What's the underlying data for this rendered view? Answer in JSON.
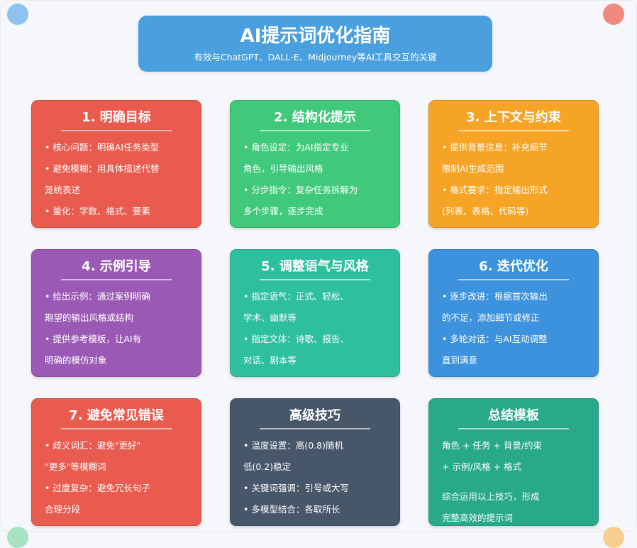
{
  "header": {
    "title": "AI提示词优化指南",
    "subtitle": "有效与ChatGPT、DALL-E、Midjourney等AI工具交互的关键"
  },
  "colors": {
    "red": "#e85b4e",
    "green": "#40c97b",
    "orange": "#f5a425",
    "purple": "#9b59b6",
    "teal": "#2ebf9f",
    "blue": "#3c92dc",
    "slate": "#475669",
    "darkteal": "#28a98a",
    "header": "#4a9fdf"
  },
  "cards": [
    {
      "title": "1. 明确目标",
      "lines": [
        "• 核心问题：明确AI任务类型",
        "• 避免模糊：用具体描述代替",
        "笼统表述",
        "• 量化：字数、格式、要素"
      ]
    },
    {
      "title": "2. 结构化提示",
      "lines": [
        "• 角色设定：为AI指定专业",
        "角色，引导输出风格",
        "• 分步指令：复杂任务拆解为",
        "多个步骤，逐步完成"
      ]
    },
    {
      "title": "3. 上下文与约束",
      "lines": [
        "• 提供背景信息：补充细节",
        "限制AI生成范围",
        "• 格式要求：指定输出形式",
        "(列表、表格、代码等)"
      ]
    },
    {
      "title": "4. 示例引导",
      "lines": [
        "• 给出示例：通过案例明确",
        "期望的输出风格或结构",
        "• 提供参考模板，让AI有",
        "明确的模仿对象"
      ]
    },
    {
      "title": "5. 调整语气与风格",
      "lines": [
        "• 指定语气：正式、轻松、",
        "学术、幽默等",
        "• 指定文体：诗歌、报告、",
        "对话、剧本等"
      ]
    },
    {
      "title": "6. 迭代优化",
      "lines": [
        "• 逐步改进：根据首次输出",
        "的不足，添加细节或修正",
        "• 多轮对话：与AI互动调整",
        "直到满意"
      ]
    },
    {
      "title": "7. 避免常见错误",
      "lines": [
        "• 歧义词汇：避免\"更好\"",
        "\"更多\"等模糊词",
        "• 过度复杂：避免冗长句子",
        "合理分段"
      ]
    },
    {
      "title": "高级技巧",
      "lines": [
        "• 温度设置：高(0.8)随机",
        "低(0.2)稳定",
        "• 关键词强调：引号或大写",
        "• 多模型结合：各取所长"
      ]
    },
    {
      "title": "总结模板",
      "lines": [
        "角色 + 任务 + 背景/约束",
        "+ 示例/风格 + 格式",
        "综合运用以上技巧，形成",
        "完整高效的提示词"
      ]
    }
  ]
}
